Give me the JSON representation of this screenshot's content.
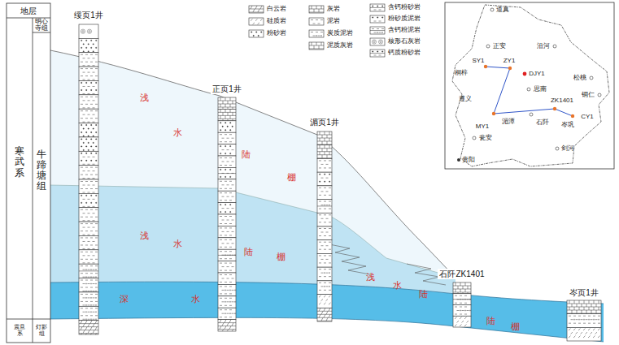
{
  "diagram": {
    "nodes": [
      {
        "text": [
          "绥页1井"
        ]
      },
      {
        "text": [
          "正页1井"
        ]
      },
      {
        "text": [
          "湄页1井"
        ]
      },
      {
        "text": [
          "石阡ZK1401"
        ]
      },
      {
        "text": [
          "岑页1井"
        ]
      }
    ],
    "labels": [
      "地层",
      "明心寺组",
      "寒武系",
      "牛蹄塘组",
      "震旦系",
      "灯影组",
      "浅",
      "水",
      "陆",
      "棚",
      "浅",
      "水",
      "陆",
      "棚",
      "深",
      "水",
      "浅",
      "水",
      "陆",
      "陆",
      "棚",
      "道真",
      "正安",
      "沿河",
      "桐梓",
      "SY1",
      "ZY1",
      "DJY1",
      "思南",
      "松桃",
      "铜仁",
      "遵义",
      "湄潭",
      "MY1",
      "ZK1401",
      "CY1",
      "石阡",
      "岑巩",
      "瓮安",
      "贵阳",
      "剑河"
    ],
    "legend": [
      {
        "text": "白云岩"
      },
      {
        "text": "硅质岩"
      },
      {
        "text": "粉砂岩"
      },
      {
        "text": "灰岩"
      },
      {
        "text": "泥岩"
      },
      {
        "text": "炭质泥岩"
      },
      {
        "text": "泥质灰岩"
      },
      {
        "text": "含钙粉砂岩"
      },
      {
        "text": "粉砂质泥岩"
      },
      {
        "text": "含钙粉泥岩"
      },
      {
        "text": "核形石灰岩"
      },
      {
        "text": "钙质粉砂岩"
      }
    ]
  }
}
